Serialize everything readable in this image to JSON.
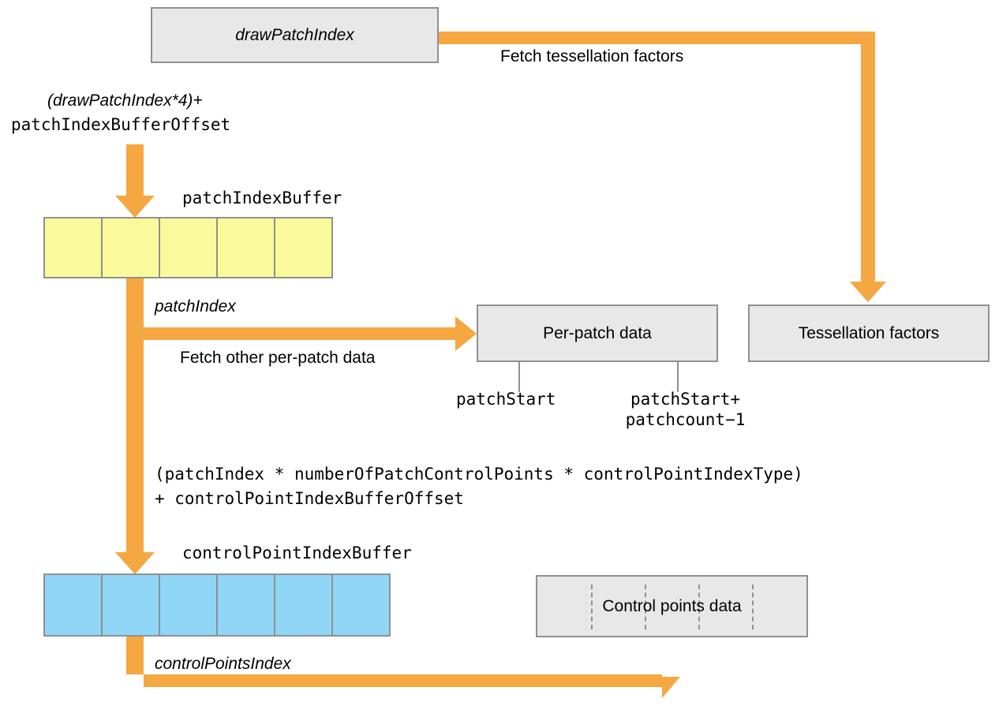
{
  "diagram": {
    "title": "Tessellation patch index and control point index data flow",
    "accent_color": "#F5A742",
    "box_fill": "#E8E8E8",
    "box_border": "#909090",
    "yellow_fill": "#FAFA9C",
    "blue_fill": "#8FD6F7"
  },
  "boxes": {
    "draw_patch_index": "drawPatchIndex",
    "per_patch_data": "Per-patch data",
    "tessellation_factors": "Tessellation factors",
    "control_points_data": "Control points data"
  },
  "edge_labels": {
    "fetch_tessellation_factors": "Fetch tessellation factors",
    "fetch_other_per_patch_data": "Fetch other per-patch data",
    "patch_index": "patchIndex",
    "control_points_index": "controlPointsIndex"
  },
  "expressions": {
    "patch_index_offset_line1": "(drawPatchIndex*4)+",
    "patch_index_offset_line2": "patchIndexBufferOffset",
    "control_point_offset_line1": "(patchIndex * numberOfPatchControlPoints * controlPointIndexType)",
    "control_point_offset_line2": "+ controlPointIndexBufferOffset"
  },
  "buffers": {
    "patch_index_buffer": {
      "label": "patchIndexBuffer",
      "cell_count": 5,
      "color": "#FAFA9C"
    },
    "control_point_index_buffer": {
      "label": "controlPointIndexBuffer",
      "cell_count": 6,
      "color": "#8FD6F7"
    }
  },
  "annotations": {
    "patch_start": "patchStart",
    "patch_end_line1": "patchStart+",
    "patch_end_line2": "patchcount−1"
  },
  "control_points_data_segments": 5
}
